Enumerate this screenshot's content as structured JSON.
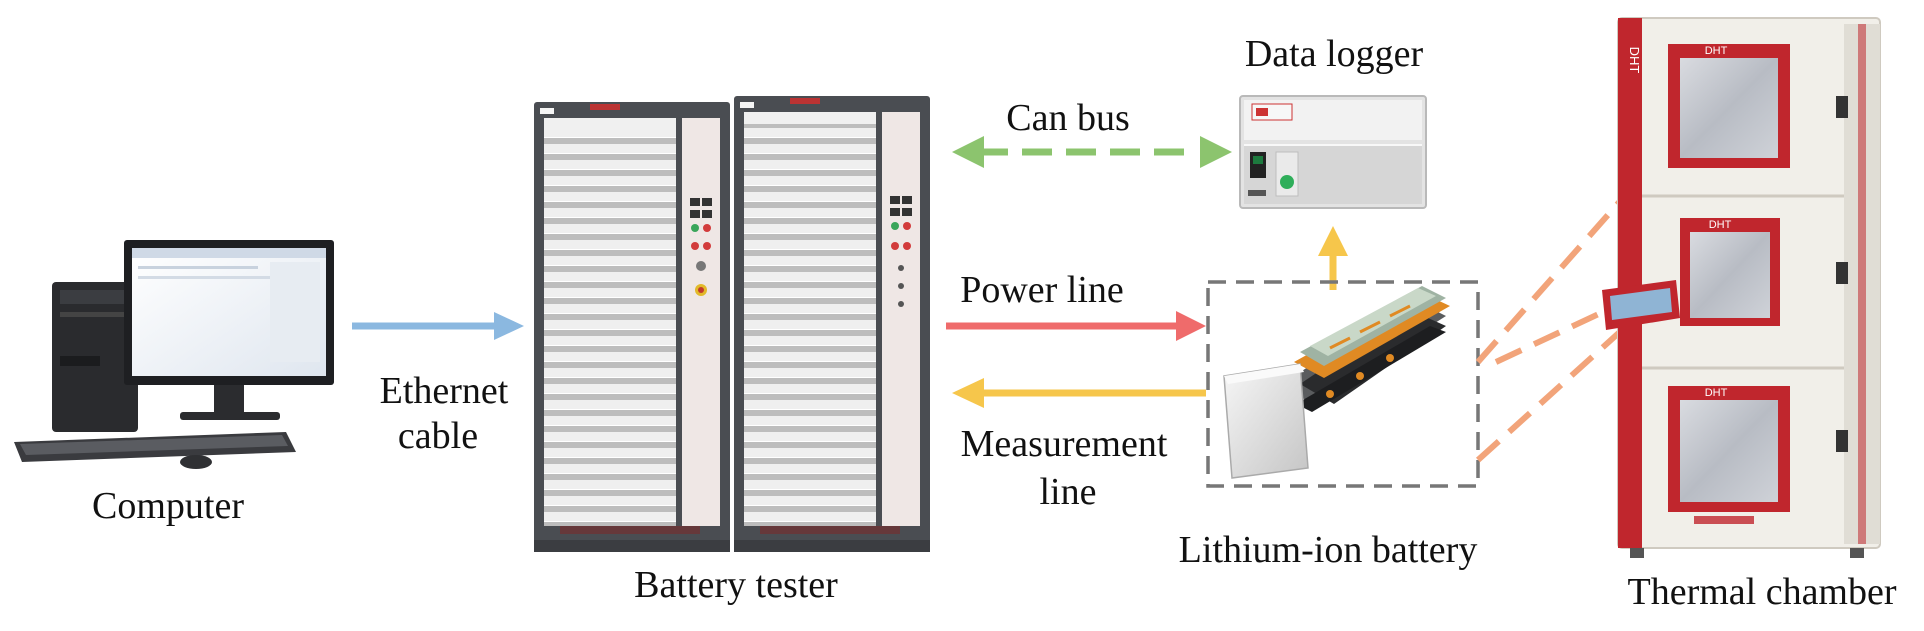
{
  "labels": {
    "computer": "Computer",
    "ethernet": [
      "Ethernet",
      "cable"
    ],
    "tester": "Battery tester",
    "can_bus": "Can bus",
    "data_logger": "Data logger",
    "power_line": "Power line",
    "measurement": [
      "Measurement",
      "line"
    ],
    "battery": "Lithium-ion battery",
    "chamber": "Thermal chamber"
  },
  "device_marks": {
    "brand": "DHT"
  },
  "connections": [
    {
      "from": "computer",
      "to": "battery-tester",
      "label": "Ethernet cable",
      "color": "#8bb8e0",
      "style": "solid"
    },
    {
      "from": "battery-tester",
      "to": "data-logger",
      "label": "Can bus",
      "color": "#8cc46e",
      "style": "dashed",
      "bidirectional": true
    },
    {
      "from": "battery-tester",
      "to": "lithium-ion-battery",
      "label": "Power line",
      "color": "#ef6b6b",
      "style": "solid"
    },
    {
      "from": "lithium-ion-battery",
      "to": "battery-tester",
      "label": "Measurement line",
      "color": "#f6c64b",
      "style": "solid"
    },
    {
      "from": "lithium-ion-battery",
      "to": "data-logger",
      "label": "",
      "color": "#f6c64b",
      "style": "solid"
    },
    {
      "from": "lithium-ion-battery",
      "to": "thermal-chamber",
      "label": "",
      "color": "#f2a47a",
      "style": "dashed"
    }
  ],
  "colors": {
    "ethernet": "#8bb8e0",
    "can_bus": "#8cc46e",
    "power": "#ef6b6b",
    "measurement": "#f6c64b",
    "thermal": "#f2a47a",
    "cabinet": "#4a4d52",
    "chamber_red": "#c0262d"
  }
}
